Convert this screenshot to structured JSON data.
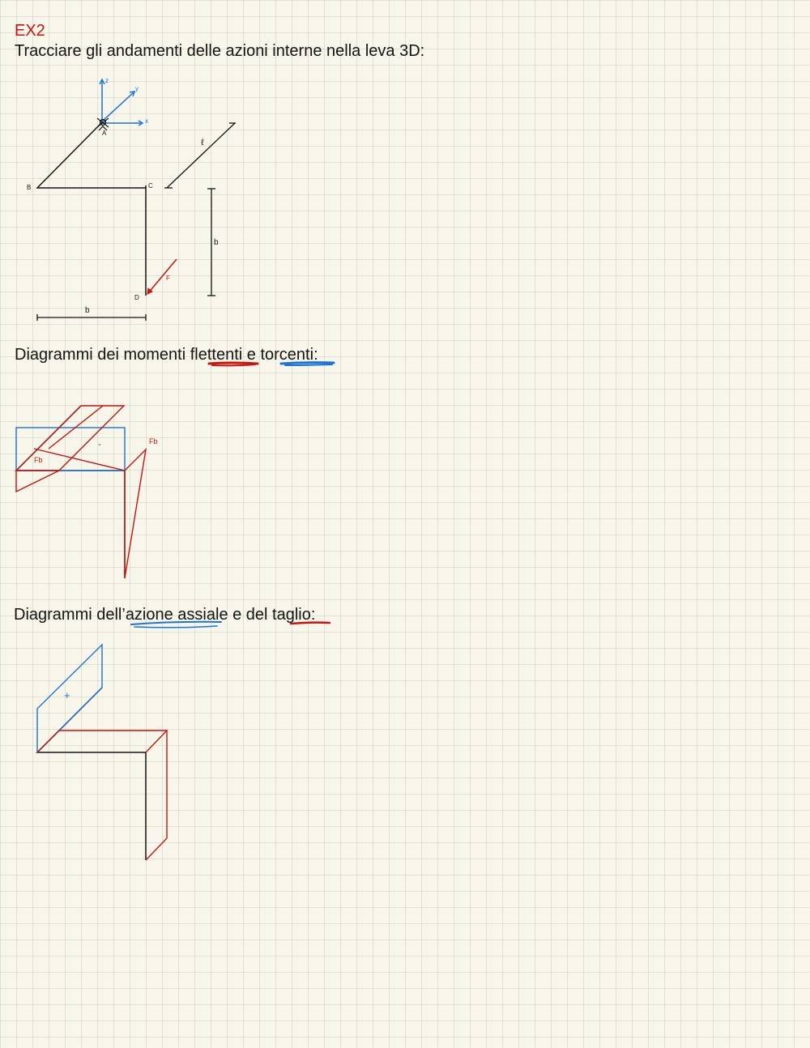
{
  "exercise": {
    "title": "EX2",
    "instruction": "Tracciare gli andamenti delle azioni interne nella leva 3D:"
  },
  "sections": {
    "bending_torsion": {
      "prefix": "Diagrammi dei momenti ",
      "word1": "flettenti",
      "mid": " e ",
      "word2": "torcenti",
      "suffix": ":"
    },
    "axial_shear": {
      "prefix": "Diagrammi dell’",
      "word1": "azione assiale",
      "mid": " e del ",
      "word2": "taglio",
      "suffix": ":"
    }
  },
  "sketch": {
    "axis_z": "z",
    "axis_y": "y",
    "axis_x": "x",
    "point_a": "A",
    "point_b": "B",
    "point_c": "C",
    "point_d": "D",
    "force": "F",
    "dim_l": "ℓ",
    "dim_b_vertical": "b",
    "dim_b_horizontal": "b"
  },
  "moment_diagram": {
    "label_fb_left": "Fb",
    "label_fb_right": "Fb",
    "sign_minus": "-"
  },
  "axial_diagram": {
    "sign_plus": "+"
  },
  "colors": {
    "red": "#c8140f",
    "blue": "#1a74d8",
    "black": "#141414"
  }
}
